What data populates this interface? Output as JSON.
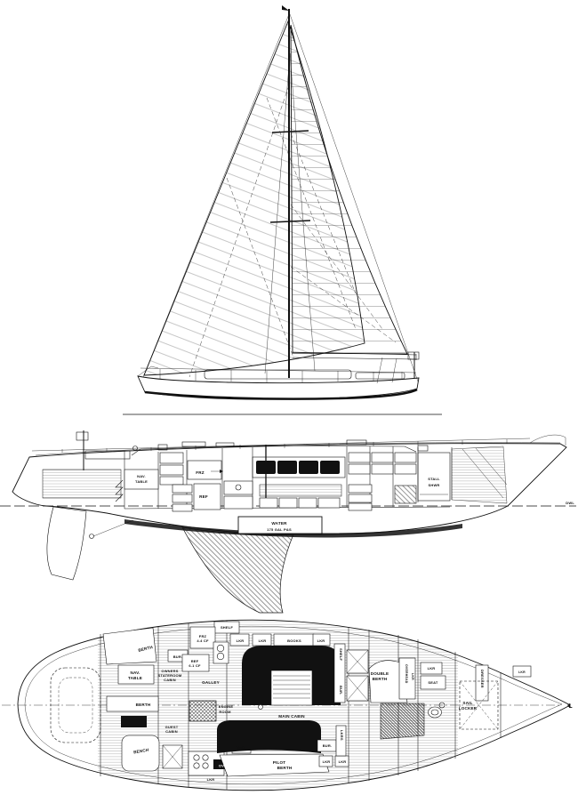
{
  "strings": {
    "frz": "FRZ",
    "frz_cap": "4.4 CF",
    "ref": "REF",
    "ref_cap": "6.1 CF",
    "lkr": "LKR",
    "lkrs": "LKRS",
    "berth": "BERTH",
    "bur": "BUR.",
    "shelf": "SHELF",
    "books": "BOOKS",
    "seat": "SEAT",
    "bench": "BENCH",
    "oven": "OVEN",
    "galley": "GALLEY",
    "nav": "NAV.",
    "table": "TABLE",
    "owners": "OWNERS",
    "stateroom": "STATEROOM",
    "cabin": "CABIN",
    "guest": "GUEST",
    "engine": "ENGINE",
    "room": "ROOM",
    "main_cabin": "MAIN CABIN",
    "pilot": "PILOT",
    "double": "DOUBLE",
    "sail": "SAIL",
    "locker": "LOCKER",
    "overhead": "OVERHEAD",
    "dresser": "DRESSER",
    "stall": "STALL",
    "shwr": "SHWR",
    "water": "WATER",
    "water_cap": "175 GAL P&S",
    "dwl": "DWL",
    "centerline_symbol": "℄"
  },
  "colors": {
    "ink": "#111111",
    "paper": "#ffffff"
  }
}
